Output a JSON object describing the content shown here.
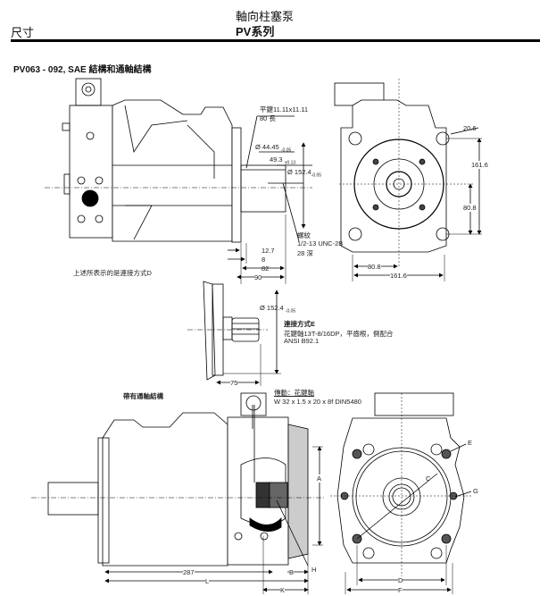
{
  "header": {
    "section": "尺寸",
    "subtitle": "軸向柱塞泵",
    "title": "PV系列"
  },
  "page_title": "PV063 - 092,  SAE 結構和通軸結構",
  "top_side_view": {
    "key_note_line1": "平鍵11.11x11.11",
    "key_note_line2": "80 長",
    "dia_shaft": "Ø 44.45",
    "dia_shaft_tol": "-0.05",
    "key_height": "49.3",
    "key_height_tol": "±0.13",
    "dia_pilot": "Ø 152.4",
    "dia_pilot_tol": "-0.05",
    "thread_label": "螺紋",
    "thread_spec": "1/2-13 UNC-2B",
    "thread_depth": "28 深",
    "dim_12_7": "12.7",
    "dim_8": "8",
    "dim_82": "82",
    "dim_90": "90",
    "caption": "上述所表示的是連接方式D"
  },
  "top_front_view": {
    "hole_dia": "20.6",
    "height_total": "161.6",
    "height_half": "80.8",
    "width_half": "80.8",
    "width_total": "161.6"
  },
  "spline_view": {
    "dia_pilot": "Ø 152.4",
    "dia_pilot_tol": "-0.05",
    "connection_title": "連接方式E",
    "spline_spec": "花鍵軸13T-8/16DP，平齒根，側配合",
    "standard": "ANSI B92.1",
    "dim_75": "75"
  },
  "through_drive": {
    "title": "帶有通軸結構",
    "drive_label": "傳動：花鍵軸",
    "drive_spec": "W 32 x 1.5 x 20 x 8f DIN5480",
    "dim_287": "287",
    "dim_L": "L",
    "dim_K": "K",
    "dim_B": "B",
    "dim_A": "A",
    "label_H": "H",
    "label_C": "C",
    "label_E": "E",
    "label_G": "G",
    "dim_D": "D",
    "dim_F": "F"
  }
}
